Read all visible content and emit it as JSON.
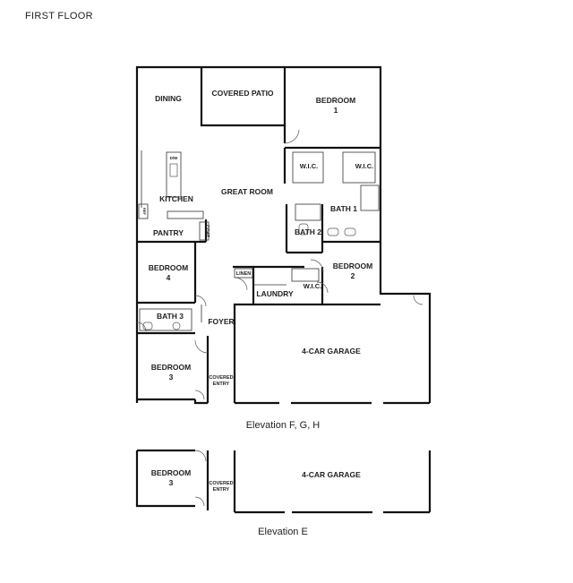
{
  "header": {
    "title": "FIRST FLOOR"
  },
  "rooms": {
    "dining": "DINING",
    "covered_patio": "COVERED PATIO",
    "bedroom1_name": "BEDROOM",
    "bedroom1_num": "1",
    "wic_left": "W.I.C.",
    "wic_right": "W.I.C.",
    "dw": "D/W",
    "kitchen": "KITCHEN",
    "great_room": "GREAT ROOM",
    "bath1": "BATH 1",
    "bath2": "BATH 2",
    "pantry": "PANTRY",
    "coat": "COAT",
    "ref": "REF",
    "bedroom4_name": "BEDROOM",
    "bedroom4_num": "4",
    "linen": "LINEN",
    "bedroom2_name": "BEDROOM",
    "bedroom2_num": "2",
    "laundry": "LAUNDRY",
    "wic_bed2": "W.I.C.",
    "bath3": "BATH 3",
    "foyer": "FOYER",
    "garage": "4-CAR GARAGE",
    "bedroom3_name": "BEDROOM",
    "bedroom3_num": "3",
    "covered_entry_1": "COVERED",
    "covered_entry_2": "ENTRY"
  },
  "captions": {
    "elevation_fgh": "Elevation F, G, H",
    "elevation_e": "Elevation E"
  },
  "alt_plan": {
    "bedroom3_name": "BEDROOM",
    "bedroom3_num": "3",
    "covered_entry_1": "COVERED",
    "covered_entry_2": "ENTRY",
    "garage": "4-CAR GARAGE"
  }
}
